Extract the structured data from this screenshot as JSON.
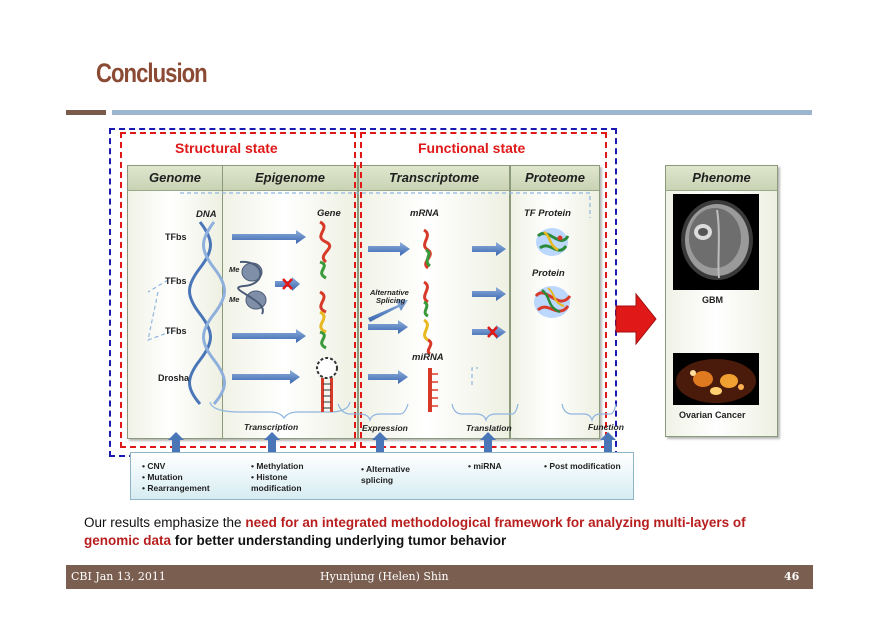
{
  "slide": {
    "title": "Conclusion"
  },
  "diagram": {
    "structural_state": "Structural state",
    "functional_state": "Functional state",
    "columns": {
      "genome": "Genome",
      "epigenome": "Epigenome",
      "transcriptome": "Transcriptome",
      "proteome": "Proteome",
      "phenome": "Phenome"
    },
    "labels": {
      "dna": "DNA",
      "gene": "Gene",
      "mrna": "mRNA",
      "tf_protein": "TF Protein",
      "protein": "Protein",
      "mirna": "miRNA",
      "tfbs1": "TFbs",
      "tfbs2": "TFbs",
      "tfbs3": "TFbs",
      "drosha": "Drosha",
      "me1": "Me",
      "me2": "Me",
      "alt_splicing_1": "Alternative",
      "alt_splicing_2": "Splicing",
      "gbm": "GBM",
      "ovarian": "Ovarian Cancer"
    },
    "phases": {
      "transcription": "Transcription",
      "expression": "Expression",
      "translation": "Translation",
      "function": "Function"
    },
    "bottom": {
      "genome": [
        "• CNV",
        "• Mutation",
        "• Rearrangement"
      ],
      "epigenome": [
        "• Methylation",
        "• Histone",
        "modification"
      ],
      "transcriptome": [
        "• Alternative",
        "splicing"
      ],
      "mirna": [
        "• miRNA"
      ],
      "proteome": [
        "• Post modification"
      ]
    },
    "colors": {
      "structural_border": "#e01818",
      "outer_border": "#1a1ab0",
      "arrow_fill": "#3a66b0",
      "big_arrow": "#e01818"
    }
  },
  "summary": {
    "prefix": "Our results emphasize the ",
    "highlight": "need for an integrated methodological framework for analyzing multi-layers of genomic data",
    "suffix": " for better understanding underlying tumor behavior"
  },
  "footer": {
    "left": "CBI Jan 13, 2011",
    "center": "Hyunjung (Helen) Shin",
    "page": "46"
  }
}
